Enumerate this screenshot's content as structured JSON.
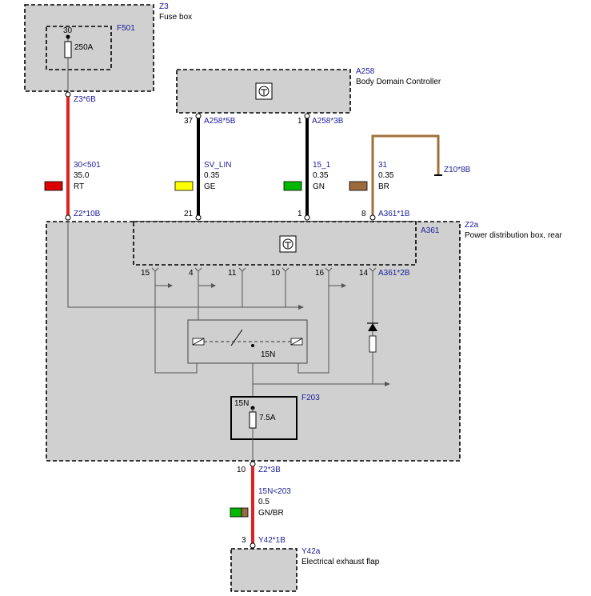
{
  "components": {
    "z3": {
      "id": "Z3",
      "name": "Fuse box"
    },
    "f501": {
      "id": "F501",
      "pin": "30",
      "rating": "250A"
    },
    "a258": {
      "id": "A258",
      "name": "Body Domain Controller"
    },
    "z2a": {
      "id": "Z2a",
      "name": "Power distribution box, rear"
    },
    "a361": {
      "id": "A361"
    },
    "relay": {
      "label": "15N"
    },
    "f203": {
      "id": "F203",
      "pin": "15N",
      "rating": "7.5A"
    },
    "y42a": {
      "id": "Y42a",
      "name": "Electrical exhaust flap"
    },
    "z10": {
      "id": "Z10*8B"
    }
  },
  "connectors": {
    "z3_6b": "Z3*6B",
    "a258_5b": {
      "id": "A258*5B",
      "pin": "37"
    },
    "a258_3b": {
      "id": "A258*3B",
      "pin": "1"
    },
    "z2_10b": "Z2*10B",
    "a361_1b": "A361*1B",
    "a361_2b": "A361*2B",
    "z2_3b": {
      "id": "Z2*3B",
      "pin": "10"
    },
    "y42_1b": {
      "id": "Y42*1B",
      "pin": "3"
    }
  },
  "pins_top": [
    "21",
    "1",
    "8"
  ],
  "pins_a361_2b": [
    "15",
    "4",
    "11",
    "10",
    "16",
    "14"
  ],
  "wires": [
    {
      "signal": "30<501",
      "size": "35.0",
      "color_code": "RT",
      "swatch": "#dd0000"
    },
    {
      "signal": "SV_LIN",
      "size": "0.35",
      "color_code": "GE",
      "swatch": "#ffff00"
    },
    {
      "signal": "15_1",
      "size": "0.35",
      "color_code": "GN",
      "swatch": "#00b800"
    },
    {
      "signal": "31",
      "size": "0.35",
      "color_code": "BR",
      "swatch": "#9c6a3c"
    },
    {
      "signal": "15N<203",
      "size": "0.5",
      "color_code": "GN/BR",
      "swatch": "#00b800",
      "swatch2": "#9c6a3c"
    }
  ],
  "colors": {
    "red_wire": "#dd2222",
    "black_wire": "#000000",
    "brown_wire": "#a0703c",
    "box_fill": "#d0d0d0",
    "label_blue": "#1c1c9c"
  },
  "icons": [
    "ecu-icon",
    "fuse-icon",
    "relay-switch-icon",
    "diode-icon",
    "arrow-icon"
  ]
}
